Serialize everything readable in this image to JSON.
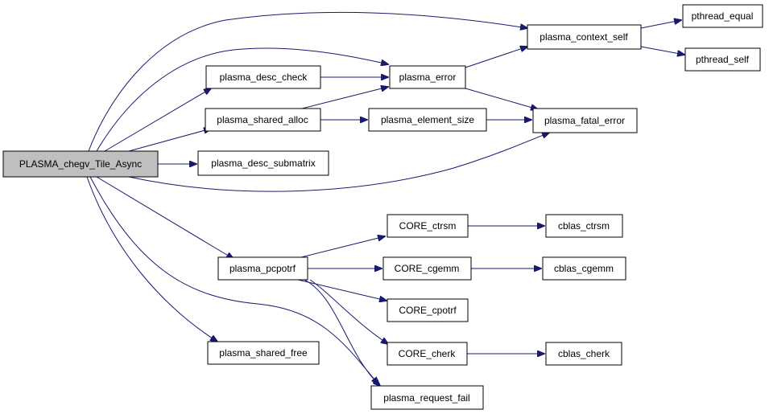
{
  "graph": {
    "edge_color": "#191970",
    "root_fill": "#bfbfbf",
    "nodes": {
      "root": "PLASMA_chegv_Tile_Async",
      "desc_check": "plasma_desc_check",
      "shared_alloc": "plasma_shared_alloc",
      "desc_submatrix": "plasma_desc_submatrix",
      "pcpotrf": "plasma_pcpotrf",
      "shared_free": "plasma_shared_free",
      "error": "plasma_error",
      "element_size": "plasma_element_size",
      "context_self": "plasma_context_self",
      "fatal_error": "plasma_fatal_error",
      "request_fail": "plasma_request_fail",
      "core_ctrsm": "CORE_ctrsm",
      "core_cgemm": "CORE_cgemm",
      "core_cpotrf": "CORE_cpotrf",
      "core_cherk": "CORE_cherk",
      "pthread_equal": "pthread_equal",
      "pthread_self": "pthread_self",
      "cblas_ctrsm": "cblas_ctrsm",
      "cblas_cgemm": "cblas_cgemm",
      "cblas_cherk": "cblas_cherk"
    }
  }
}
